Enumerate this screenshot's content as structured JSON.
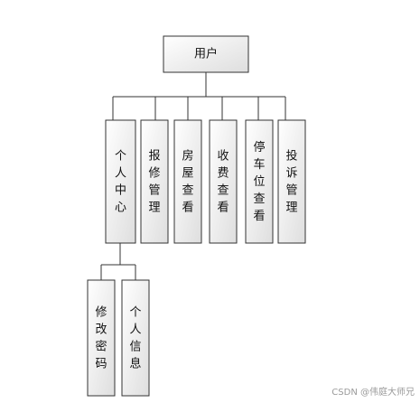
{
  "diagram": {
    "root": "用户",
    "children": [
      {
        "key": "personal",
        "label": "个人中心"
      },
      {
        "key": "repair",
        "label": "报修管理"
      },
      {
        "key": "house",
        "label": "房屋查看"
      },
      {
        "key": "fee",
        "label": "收费查看"
      },
      {
        "key": "parking",
        "label": "停车位查看"
      },
      {
        "key": "complaint",
        "label": "投诉管理"
      }
    ],
    "subchildren": [
      {
        "parent": "personal",
        "label": "修改密码"
      },
      {
        "parent": "personal",
        "label": "个人信息"
      }
    ]
  },
  "watermark": "CSDN @伟庭大师兄"
}
